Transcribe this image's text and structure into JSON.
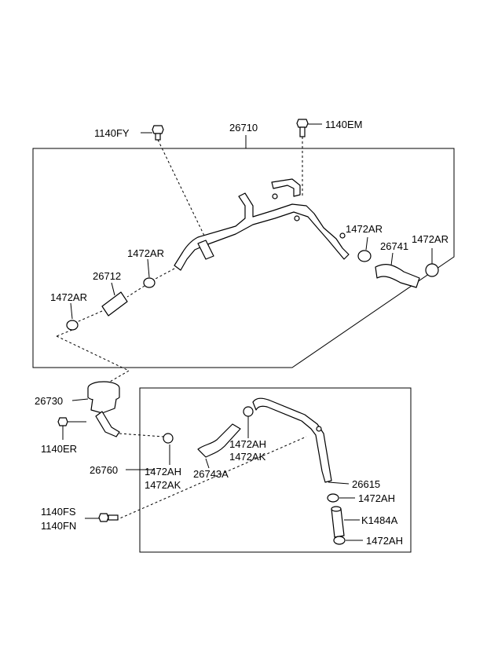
{
  "labels": {
    "p26710": "26710",
    "p1140FY": "1140FY",
    "p1140EM": "1140EM",
    "p1472AR_right_a": "1472AR",
    "p26741": "26741",
    "p1472AR_right_b": "1472AR",
    "p1472AR_mid": "1472AR",
    "p26712": "26712",
    "p1472AR_left": "1472AR",
    "p26730": "26730",
    "p1140ER": "1140ER",
    "p26760": "26760",
    "p1472AH_a": "1472AH",
    "p1472AK_a": "1472AK",
    "p26743A": "26743A",
    "p1472AH_b": "1472AH",
    "p1472AK_b": "1472AK",
    "p26615": "26615",
    "p1472AH_c": "1472AH",
    "pK1484A": "K1484A",
    "p1472AH_d": "1472AH",
    "p1140FS": "1140FS",
    "p1140FN": "1140FN"
  }
}
